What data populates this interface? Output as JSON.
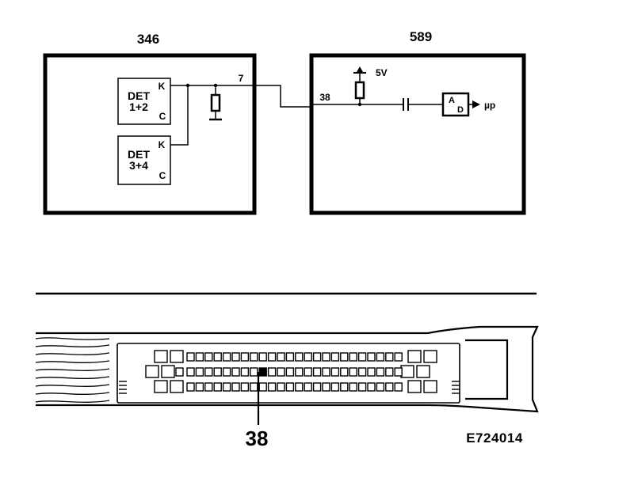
{
  "modules": {
    "left": {
      "number": "346"
    },
    "right": {
      "number": "589"
    }
  },
  "detectors": [
    {
      "line1": "DET",
      "line2": "1+2",
      "pin_k": "K",
      "pin_c": "C"
    },
    {
      "line1": "DET",
      "line2": "3+4",
      "pin_k": "K",
      "pin_c": "C"
    }
  ],
  "wire": {
    "pin_out": "7",
    "pin_in": "38"
  },
  "supply": {
    "voltage": "5V"
  },
  "adc": {
    "top": "A",
    "bottom": "D",
    "output": "µp"
  },
  "connector": {
    "pin_callout": "38"
  },
  "figure_code": "E724014"
}
